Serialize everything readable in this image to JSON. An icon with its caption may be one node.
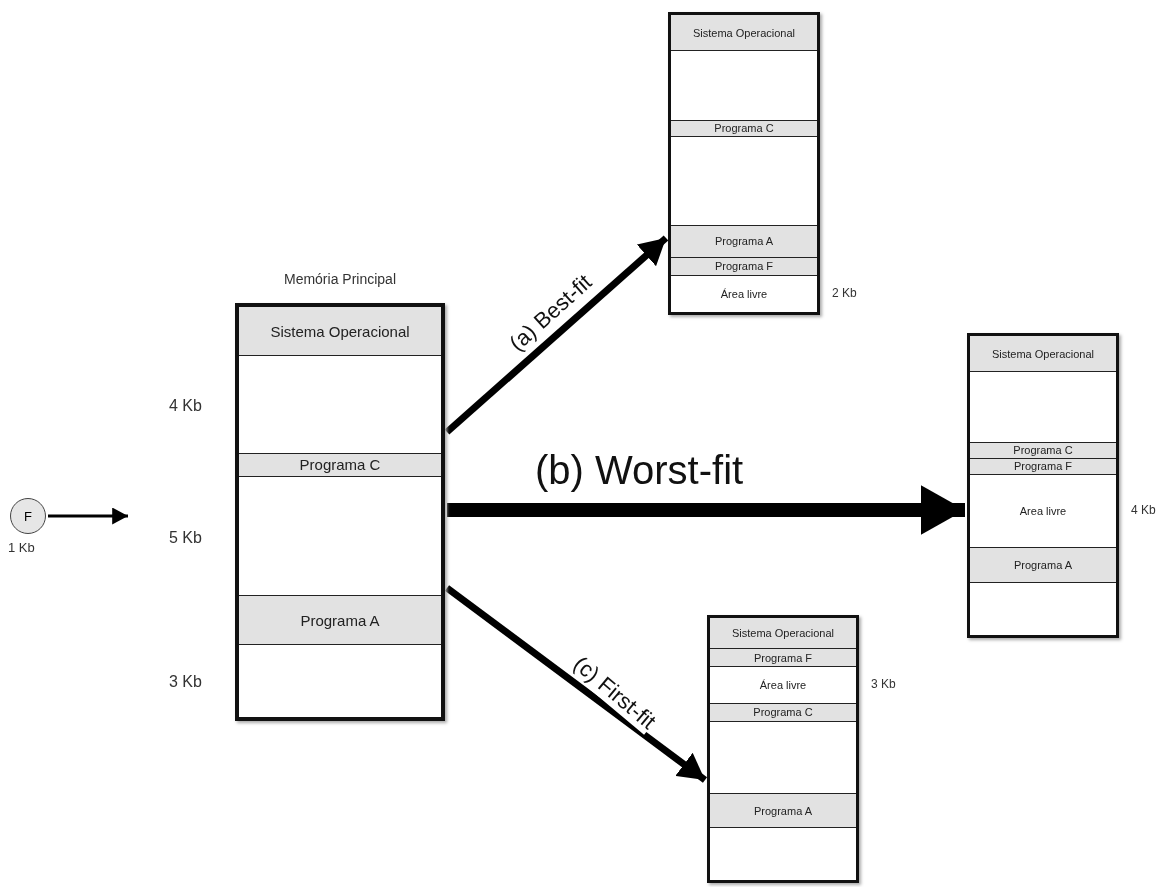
{
  "diagram": {
    "nodes": [
      {
        "text": [
          "F"
        ],
        "beside": [
          "1 Kb"
        ]
      },
      {
        "text": [
          "Memória Principal"
        ]
      },
      {
        "text": [
          "Sistema Operacional"
        ],
        "in": 1
      },
      {
        "text": [],
        "shape": "box",
        "in": 1,
        "beside": [
          "4 Kb"
        ]
      },
      {
        "text": [
          "Programa C"
        ],
        "in": 1
      },
      {
        "text": [],
        "shape": "box",
        "in": 1,
        "beside": [
          "5 Kb"
        ]
      },
      {
        "text": [
          "Programa A"
        ],
        "in": 1
      },
      {
        "text": [],
        "shape": "box",
        "in": 1,
        "beside": [
          "3 Kb"
        ]
      },
      {
        "text": [],
        "shape": "box"
      },
      {
        "text": [
          "Sistema Operacional"
        ],
        "in": 8
      },
      {
        "text": [],
        "shape": "box",
        "in": 8
      },
      {
        "text": [
          "Programa C"
        ],
        "in": 8
      },
      {
        "text": [],
        "shape": "box",
        "in": 8
      },
      {
        "text": [
          "Programa A"
        ],
        "in": 8
      },
      {
        "text": [
          "Programa F"
        ],
        "in": 8
      },
      {
        "text": [
          "Área livre"
        ],
        "in": 8,
        "beside": [
          "2 Kb"
        ]
      },
      {
        "text": [],
        "shape": "box"
      },
      {
        "text": [
          "Sistema Operacional"
        ],
        "in": 16
      },
      {
        "text": [],
        "shape": "box",
        "in": 16
      },
      {
        "text": [
          "Programa C"
        ],
        "in": 16
      },
      {
        "text": [
          "Programa F"
        ],
        "in": 16
      },
      {
        "text": [
          "Area livre"
        ],
        "in": 16,
        "beside": [
          "4 Kb"
        ]
      },
      {
        "text": [
          "Programa A"
        ],
        "in": 16
      },
      {
        "text": [],
        "shape": "box",
        "in": 16
      },
      {
        "text": [],
        "shape": "box"
      },
      {
        "text": [
          "Sistema Operacional"
        ],
        "in": 24
      },
      {
        "text": [
          "Programa F"
        ],
        "in": 24
      },
      {
        "text": [
          "Área livre"
        ],
        "in": 24,
        "beside": [
          "3 Kb"
        ]
      },
      {
        "text": [
          "Programa C"
        ],
        "in": 24
      },
      {
        "text": [],
        "shape": "box",
        "in": 24
      },
      {
        "text": [
          "Programa A"
        ],
        "in": 24
      },
      {
        "text": [],
        "shape": "box",
        "in": 24
      }
    ],
    "edges": [
      {
        "from": 0,
        "to": null,
        "arrow": "to"
      },
      {
        "from": 1,
        "to": 8,
        "arrow": "to",
        "label": "(a) Best-fit"
      },
      {
        "from": 1,
        "to": 16,
        "arrow": "to",
        "label": "(b) Worst-fit",
        "style": "thick"
      },
      {
        "from": 1,
        "to": 24,
        "arrow": "to",
        "label": "(c) First-fit"
      }
    ]
  }
}
